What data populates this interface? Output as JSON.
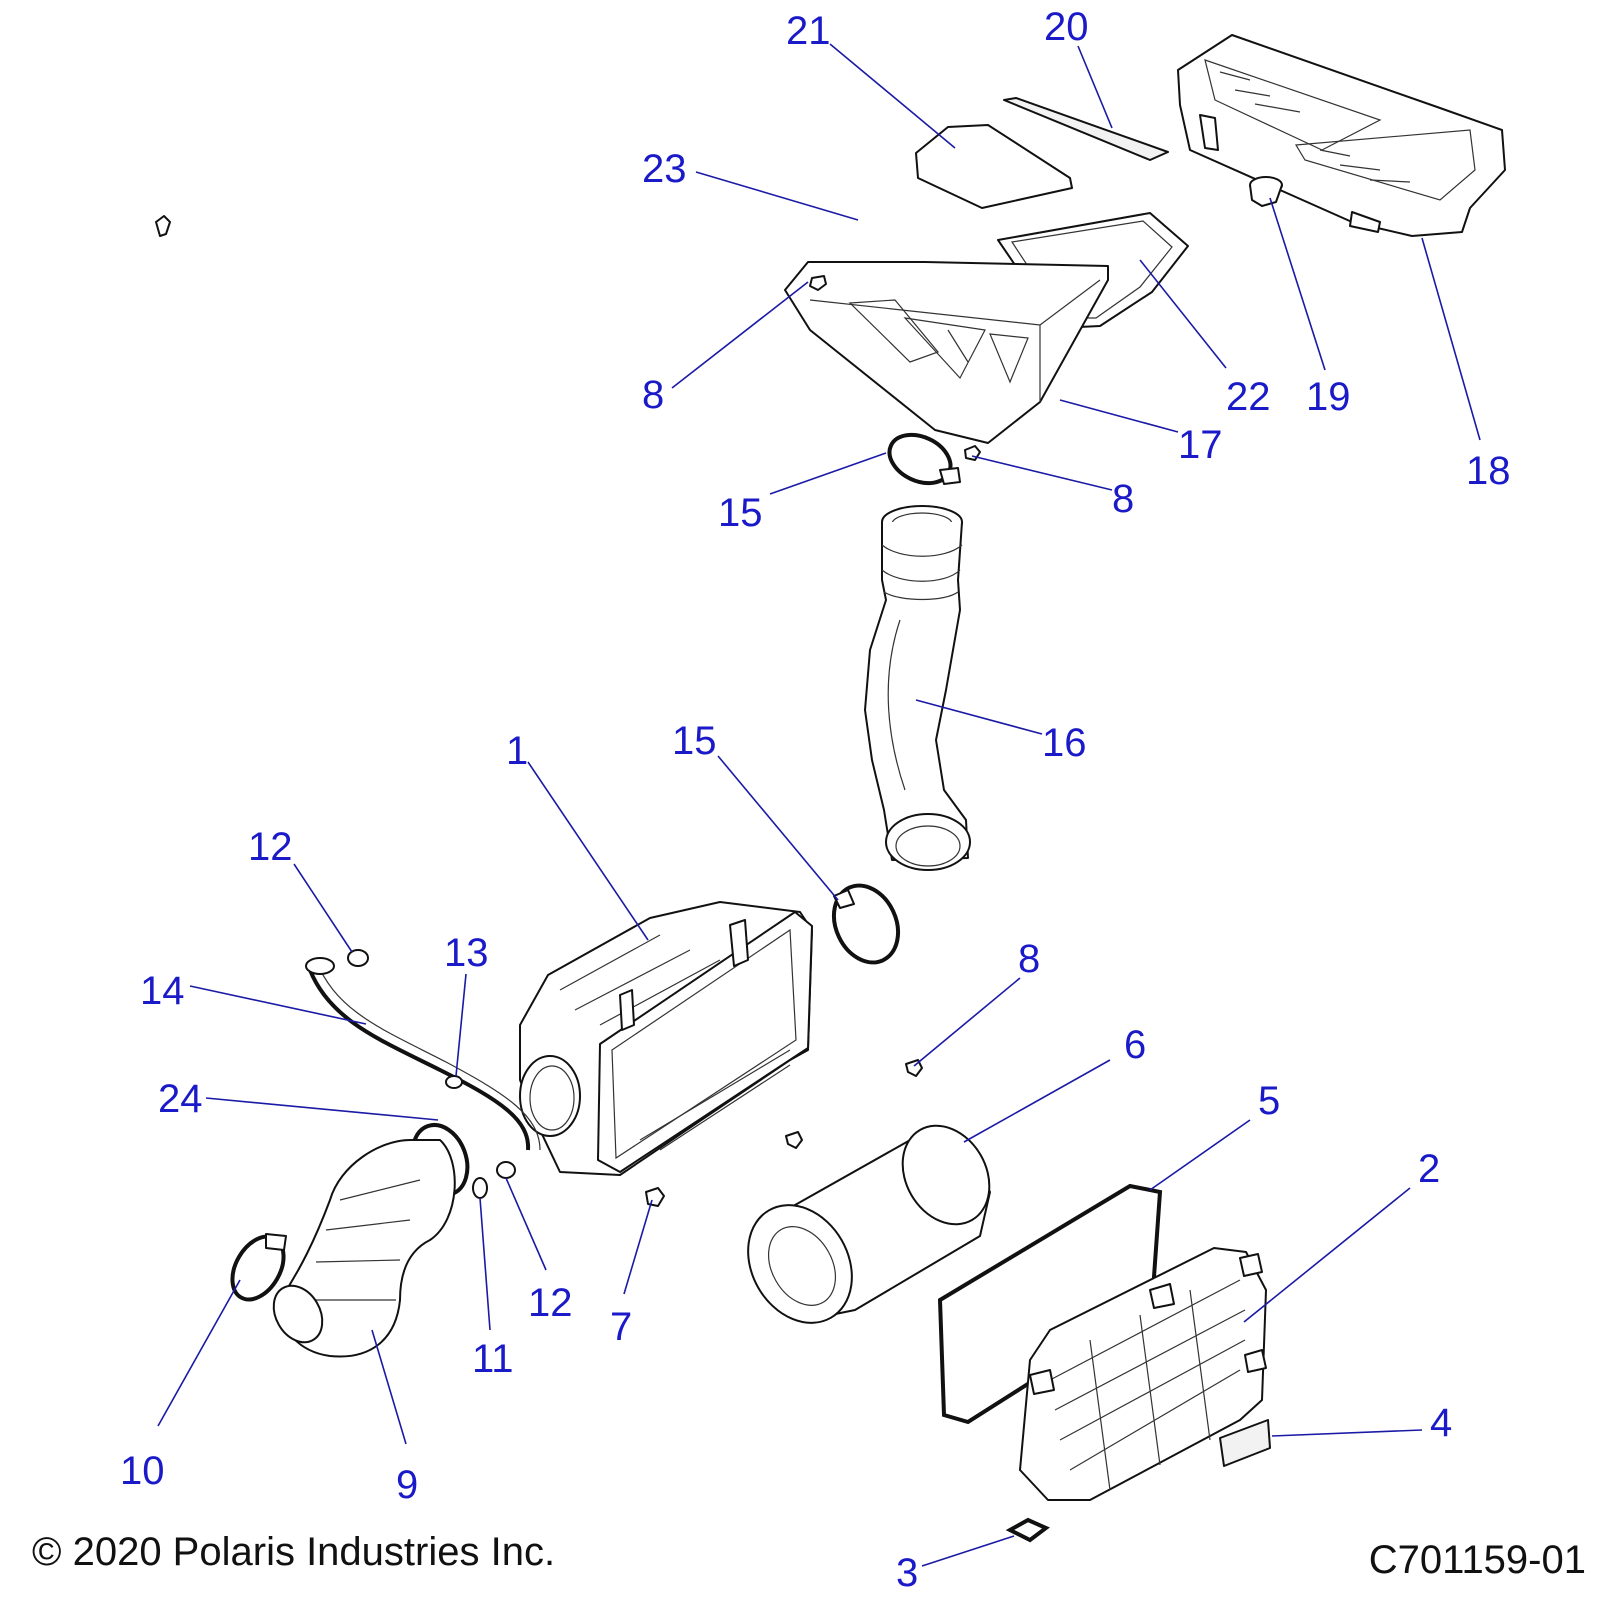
{
  "callouts": {
    "c1": "1",
    "c2": "2",
    "c3": "3",
    "c4": "4",
    "c5": "5",
    "c6": "6",
    "c7": "7",
    "c8a": "8",
    "c8b": "8",
    "c8c": "8",
    "c9": "9",
    "c10": "10",
    "c11": "11",
    "c12a": "12",
    "c12b": "12",
    "c13": "13",
    "c14": "14",
    "c15a": "15",
    "c15b": "15",
    "c16": "16",
    "c17": "17",
    "c18": "18",
    "c19": "19",
    "c20": "20",
    "c21": "21",
    "c22": "22",
    "c23": "23",
    "c24": "24"
  },
  "footer": {
    "copyright": "© 2020 Polaris Industries Inc.",
    "drawing_number": "C701159-01"
  },
  "colors": {
    "callout": "#1a1ac8",
    "leader": "#1a1aa6",
    "line_art": "#111111"
  }
}
